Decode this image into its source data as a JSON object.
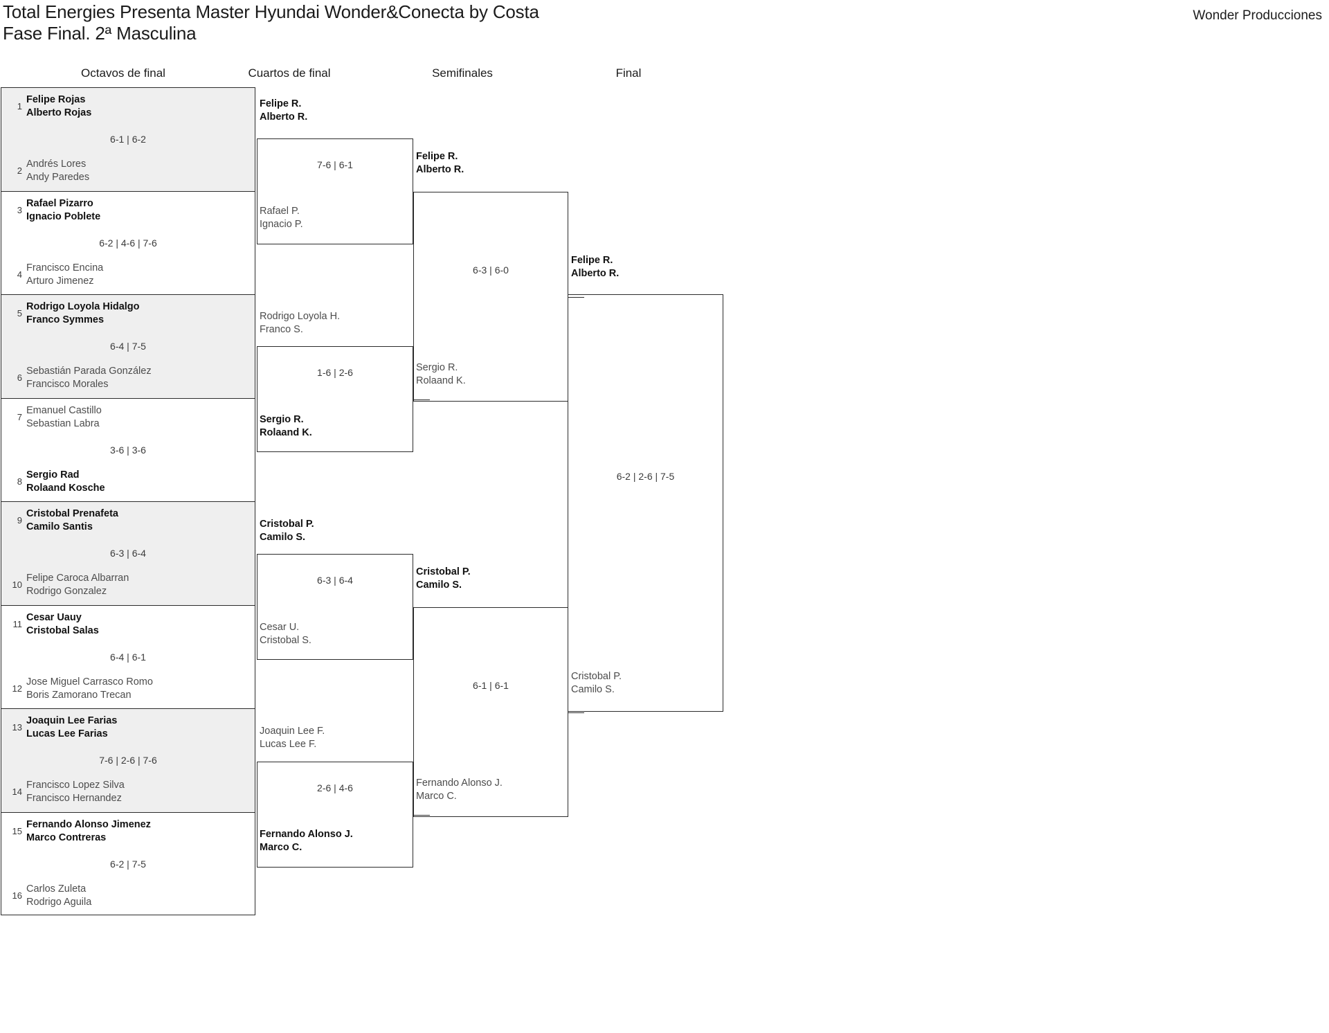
{
  "header": {
    "title": "Total Energies Presenta Master Hyundai Wonder&Conecta by Costa\nFase Final. 2ª Masculina",
    "brand": "Wonder Producciones"
  },
  "rounds": [
    {
      "key": "r16",
      "label": "Octavos de final"
    },
    {
      "key": "qf",
      "label": "Cuartos de final"
    },
    {
      "key": "sf",
      "label": "Semifinales"
    },
    {
      "key": "f",
      "label": "Final"
    }
  ],
  "colors": {
    "shade": "#efefef",
    "line": "#2b2b2b",
    "winner": "#111111",
    "loser": "#4c4c4c",
    "background": "#ffffff"
  },
  "r16": {
    "matches": [
      {
        "score": "6-1 | 6-2",
        "top": {
          "seed": "1",
          "p1": "Felipe Rojas",
          "p2": "Alberto Rojas",
          "winner": true
        },
        "bottom": {
          "seed": "2",
          "p1": "Andrés Lores",
          "p2": "Andy Paredes",
          "winner": false
        }
      },
      {
        "score": "6-2 | 4-6 | 7-6",
        "top": {
          "seed": "3",
          "p1": "Rafael Pizarro",
          "p2": "Ignacio Poblete",
          "winner": true
        },
        "bottom": {
          "seed": "4",
          "p1": "Francisco Encina",
          "p2": "Arturo Jimenez",
          "winner": false
        }
      },
      {
        "score": "6-4 | 7-5",
        "top": {
          "seed": "5",
          "p1": "Rodrigo Loyola Hidalgo",
          "p2": "Franco Symmes",
          "winner": true
        },
        "bottom": {
          "seed": "6",
          "p1": "Sebastián Parada González",
          "p2": "Francisco Morales",
          "winner": false
        }
      },
      {
        "score": "3-6 | 3-6",
        "top": {
          "seed": "7",
          "p1": "Emanuel Castillo",
          "p2": "Sebastian Labra",
          "winner": false
        },
        "bottom": {
          "seed": "8",
          "p1": "Sergio Rad",
          "p2": "Rolaand Kosche",
          "winner": true
        }
      },
      {
        "score": "6-3 | 6-4",
        "top": {
          "seed": "9",
          "p1": "Cristobal Prenafeta",
          "p2": "Camilo Santis",
          "winner": true
        },
        "bottom": {
          "seed": "10",
          "p1": "Felipe Caroca Albarran",
          "p2": "Rodrigo Gonzalez",
          "winner": false
        }
      },
      {
        "score": "6-4 | 6-1",
        "top": {
          "seed": "11",
          "p1": "Cesar Uauy",
          "p2": "Cristobal Salas",
          "winner": true
        },
        "bottom": {
          "seed": "12",
          "p1": "Jose Miguel Carrasco Romo",
          "p2": "Boris Zamorano Trecan",
          "winner": false
        }
      },
      {
        "score": "7-6 | 2-6 | 7-6",
        "top": {
          "seed": "13",
          "p1": "Joaquin Lee Farias",
          "p2": "Lucas Lee Farias",
          "winner": true
        },
        "bottom": {
          "seed": "14",
          "p1": "Francisco Lopez Silva",
          "p2": "Francisco Hernandez",
          "winner": false
        }
      },
      {
        "score": "6-2 | 7-5",
        "top": {
          "seed": "15",
          "p1": "Fernando Alonso Jimenez",
          "p2": "Marco Contreras",
          "winner": true
        },
        "bottom": {
          "seed": "16",
          "p1": "Carlos Zuleta",
          "p2": "Rodrigo Aguila",
          "winner": false
        }
      }
    ]
  },
  "qf": {
    "matches": [
      {
        "score": "7-6 | 6-1",
        "top": {
          "p1": "Felipe R.",
          "p2": "Alberto R.",
          "winner": true
        },
        "bottom": {
          "p1": "Rafael P.",
          "p2": "Ignacio P.",
          "winner": false
        }
      },
      {
        "score": "1-6 | 2-6",
        "top": {
          "p1": "Rodrigo Loyola H.",
          "p2": "Franco S.",
          "winner": false
        },
        "bottom": {
          "p1": "Sergio R.",
          "p2": "Rolaand K.",
          "winner": true
        }
      },
      {
        "score": "6-3 | 6-4",
        "top": {
          "p1": "Cristobal P.",
          "p2": "Camilo S.",
          "winner": true
        },
        "bottom": {
          "p1": "Cesar U.",
          "p2": "Cristobal S.",
          "winner": false
        }
      },
      {
        "score": "2-6 | 4-6",
        "top": {
          "p1": "Joaquin Lee F.",
          "p2": "Lucas Lee F.",
          "winner": false
        },
        "bottom": {
          "p1": "Fernando Alonso J.",
          "p2": "Marco C.",
          "winner": true
        }
      }
    ]
  },
  "sf": {
    "matches": [
      {
        "score": "6-3 | 6-0",
        "top": {
          "p1": "Felipe R.",
          "p2": "Alberto R.",
          "winner": true
        },
        "bottom": {
          "p1": "Sergio R.",
          "p2": "Rolaand K.",
          "winner": false
        }
      },
      {
        "score": "6-1 | 6-1",
        "top": {
          "p1": "Cristobal P.",
          "p2": "Camilo S.",
          "winner": true
        },
        "bottom": {
          "p1": "Fernando Alonso J.",
          "p2": "Marco C.",
          "winner": false
        }
      }
    ]
  },
  "f": {
    "matches": [
      {
        "score": "6-2 | 2-6 | 7-5",
        "top": {
          "p1": "Felipe R.",
          "p2": "Alberto R.",
          "winner": true
        },
        "bottom": {
          "p1": "Cristobal P.",
          "p2": "Camilo S.",
          "winner": false
        }
      }
    ]
  },
  "champion": {
    "p1": "Felipe R.",
    "p2": "Alberto R."
  }
}
